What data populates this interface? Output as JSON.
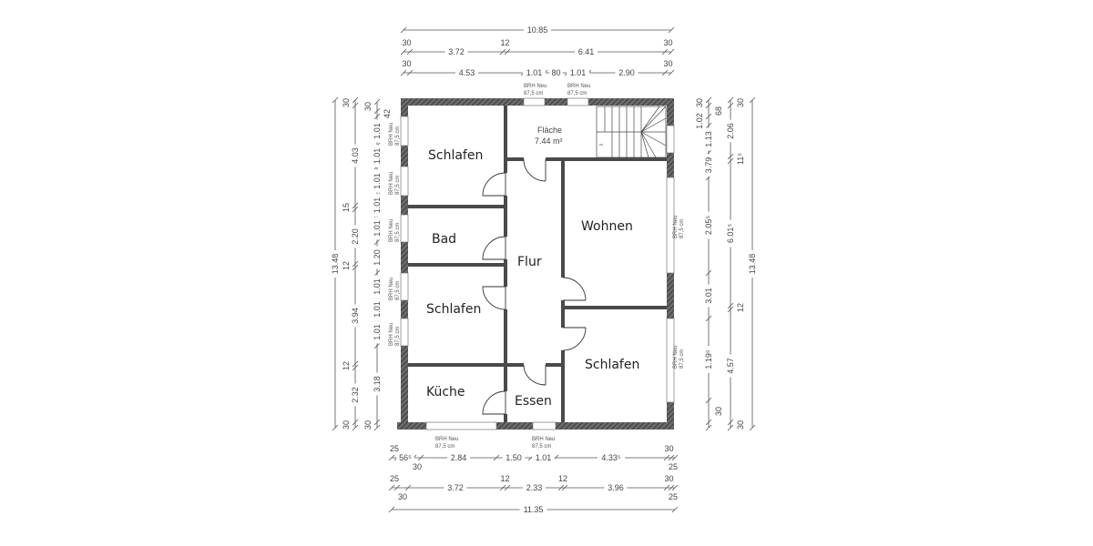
{
  "rooms": {
    "schlafen_nw": "Schlafen",
    "bad": "Bad",
    "flur": "Flur",
    "wohnen": "Wohnen",
    "schlafen_w": "Schlafen",
    "kueche": "Küche",
    "essen": "Essen",
    "schlafen_se": "Schlafen",
    "flaeche_label": "Fläche",
    "flaeche_area": "7.44 m²"
  },
  "window_label": {
    "line1": "BRH Neu",
    "line2": "87,5 cm"
  },
  "dims": {
    "top_total": "10.85",
    "top_row2": [
      "30",
      "3.72",
      "12",
      "6.41",
      "30"
    ],
    "top_row3": [
      "30",
      "4.53",
      "1.01",
      "80",
      "1.01",
      "2.90",
      "30"
    ],
    "left_total": "13.48",
    "left_row2": [
      "30",
      "4.03",
      "15",
      "2.20",
      "12",
      "3.94",
      "12",
      "2.32",
      "30"
    ],
    "left_row3": [
      "30",
      "42",
      "1.01",
      "1.01",
      "1.01",
      "1.01",
      "1.01",
      "1.20",
      "1.01",
      "1.01",
      "1.01",
      "3.18",
      "30"
    ],
    "right_row1": [
      "30",
      "68",
      "1.02",
      "1.13",
      "3.79",
      "2.05⁵",
      "3.01",
      "1.19⁵",
      "30"
    ],
    "right_row2": [
      "30",
      "2.06",
      "11⁵",
      "6.01⁵",
      "12",
      "4.57",
      "30"
    ],
    "right_total": "13.48",
    "bottom_row1": [
      "25",
      "56⁵",
      "30",
      "2.84",
      "1.50",
      "1.01",
      "4.33⁵",
      "30",
      "25"
    ],
    "bottom_row2": [
      "25",
      "30",
      "3.72",
      "12",
      "2.33",
      "12",
      "3.96",
      "30",
      "25"
    ],
    "bottom_total": "11.35"
  }
}
